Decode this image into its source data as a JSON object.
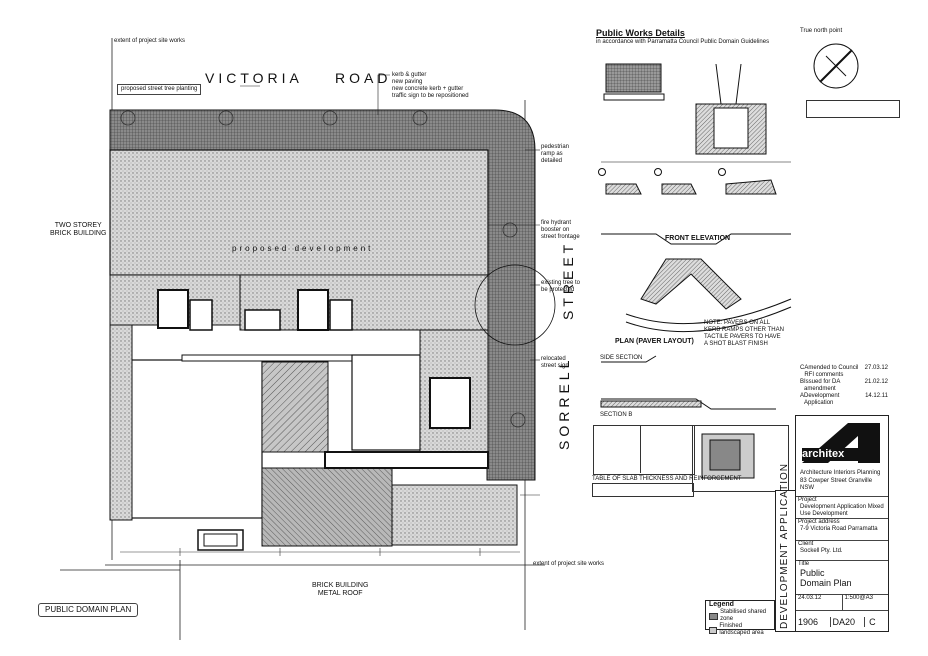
{
  "site": {
    "extent_top": "extent of project site works",
    "extent_bottom": "extent of project site works",
    "victoria_road": "VICTORIA ROAD",
    "victoria_word1": "VICTORIA",
    "victoria_word2": "ROAD",
    "sorrell_street": "SORRELL STREET",
    "sorrell_word1": "SORRELL",
    "sorrell_word2": "STREET",
    "two_storey_line1": "TWO STOREY",
    "two_storey_line2": "BRICK BUILDING",
    "brick_building": "BRICK BUILDING",
    "metal_roof": "METAL ROOF",
    "proposed_development": "proposed development",
    "public_domain_plan_label": "PUBLIC DOMAIN PLAN",
    "proposed_street_tree": "proposed street tree planting",
    "notes_victoria": [
      "kerb & gutter",
      "new paving",
      "new concrete kerb + gutter",
      "traffic sign to be repositioned"
    ],
    "notes_sorrell": [
      "pedestrian ramp as detailed",
      "fire hydrant booster on street frontage",
      "existing tree to be protected",
      "relocated street sign"
    ]
  },
  "details": {
    "title": "Public Works Details",
    "subtitle": "in accordance with Parramatta Council Public Domain Guidelines",
    "north_label": "True north point",
    "front_elevation": "FRONT ELEVATION",
    "plan_layout": "PLAN (PAVER LAYOUT)",
    "side_section": "SIDE SECTION",
    "section_b": "SECTION B",
    "note": "NOTE: PAVERS ON ALL KERB RAMPS OTHER THAN TACTILE PAVERS TO HAVE A SHOT BLAST FINISH",
    "table_title": "TABLE OF SLAB THICKNESS AND REINFORCEMENT"
  },
  "revisions": [
    {
      "rev": "C",
      "desc": "Amended to Council RFI comments",
      "date": "27.03.12"
    },
    {
      "rev": "B",
      "desc": "Issued for DA amendment",
      "date": "21.02.12"
    },
    {
      "rev": "A",
      "desc": "Development Application",
      "date": "14.12.11"
    }
  ],
  "title_block": {
    "firm": "architex",
    "firm_line1": "Architecture Interiors Planning",
    "firm_address": "83 Cowper Street Granville NSW",
    "vertical_label": "DEVELOPMENT APPLICATION",
    "project_label": "Project",
    "project": "Development Application Mixed Use Development",
    "address_label": "Project address",
    "address": "7-9 Victoria Road Parramatta",
    "client_label": "Client",
    "client": "Sockell Pty. Ltd.",
    "title_label": "Title",
    "title_line1": "Public",
    "title_line2": "Domain Plan",
    "job_no": "1906",
    "drawing_no": "DA20",
    "revision": "C",
    "scale": "1:500@A3",
    "date": "24.03.12"
  },
  "legend": {
    "title": "Legend",
    "items": [
      "Stabilised shared zone",
      "Finished landscaped area"
    ]
  }
}
